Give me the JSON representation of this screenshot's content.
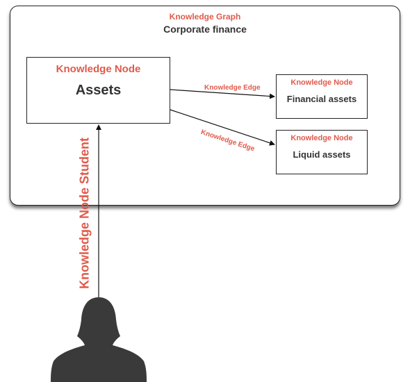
{
  "graph": {
    "type_label": "Knowledge Graph",
    "title": "Corporate finance"
  },
  "nodes": {
    "assets": {
      "type_label": "Knowledge Node",
      "title": "Assets"
    },
    "financial_assets": {
      "type_label": "Knowledge Node",
      "title": "Financial assets"
    },
    "liquid_assets": {
      "type_label": "Knowledge Node",
      "title": "Liquid assets"
    }
  },
  "edges": [
    {
      "label": "Knowledge Edge",
      "from": "Assets",
      "to": "Financial assets"
    },
    {
      "label": "Knowledge Edge",
      "from": "Assets",
      "to": "Liquid assets"
    }
  ],
  "student": {
    "label": "Knowledge Node Student",
    "icon": "person-silhouette-icon"
  },
  "colors": {
    "accent": "#e05a4a",
    "text": "#333333",
    "border": "#222222"
  }
}
